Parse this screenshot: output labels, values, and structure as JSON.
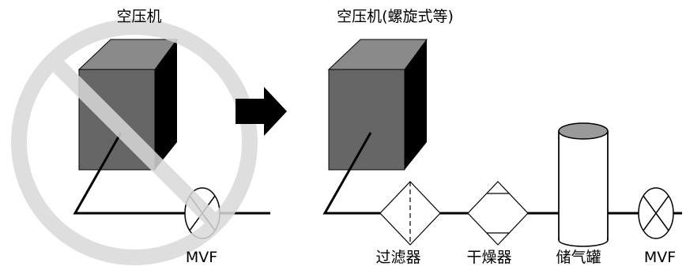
{
  "left": {
    "title": "空压机",
    "valve_label": "MVF"
  },
  "right": {
    "title": "空压机(螺旋式等)",
    "filter_label": "过滤器",
    "dryer_label": "干燥器",
    "tank_label": "储气罐",
    "valve_label": "MVF"
  },
  "colors": {
    "cube_front": "#666666",
    "cube_top": "#8a8a8a",
    "cube_side": "#000000",
    "prohibited": "#d9d9d9",
    "tank_top": "#9a9a9a",
    "line": "#000000"
  }
}
